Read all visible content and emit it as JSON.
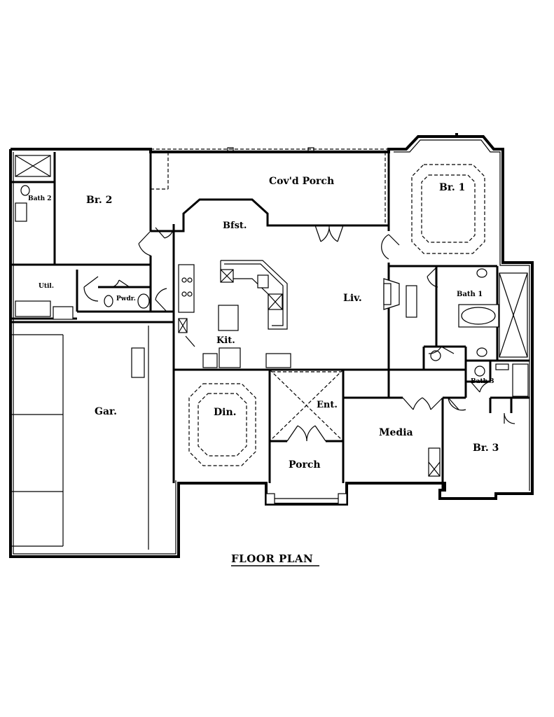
{
  "title": "FLOOR PLAN",
  "rooms": {
    "covd_porch": "Cov'd Porch",
    "br1": "Br. 1",
    "br2": "Br. 2",
    "bath2": "Bath 2",
    "bfst": "Bfst.",
    "liv": "Liv.",
    "util": "Util.",
    "pwdr": "Pwdr.",
    "bath1": "Bath 1",
    "kit": "Kit.",
    "gar": "Gar.",
    "din": "Din.",
    "ent": "Ent.",
    "media": "Media",
    "bath3": "Bath 3",
    "br3": "Br. 3",
    "porch": "Porch"
  }
}
